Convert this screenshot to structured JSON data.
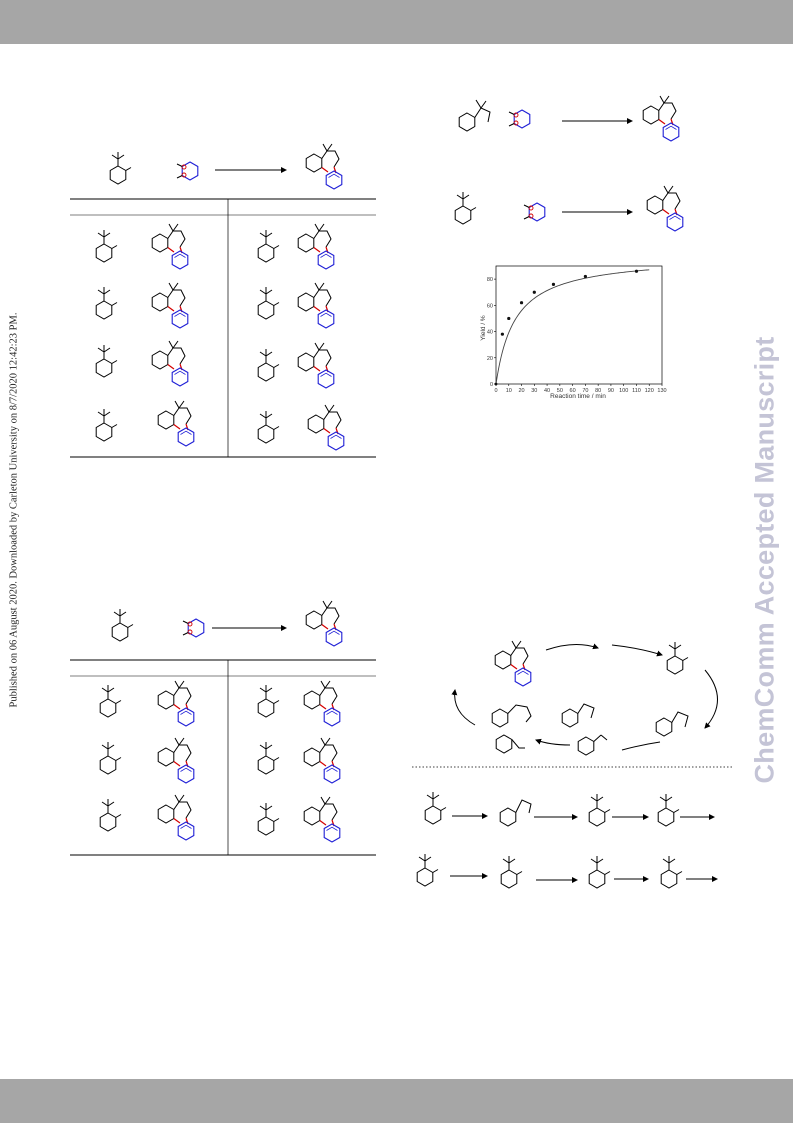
{
  "header": {},
  "side_note": "Published on 06 August 2020. Downloaded by Carleton University on 8/7/2020 12:42:23 PM.",
  "watermark": "ChemComm Accepted Manuscript",
  "chart_data": {
    "type": "scatter",
    "x": [
      5,
      10,
      20,
      30,
      45,
      70,
      110
    ],
    "y": [
      38,
      50,
      62,
      70,
      76,
      82,
      86
    ],
    "xlabel": "Reaction time / min",
    "ylabel": "Yield / %",
    "xlim": [
      0,
      130
    ],
    "ylim": [
      0,
      90
    ],
    "xticks": [
      0,
      10,
      20,
      30,
      40,
      50,
      60,
      70,
      80,
      90,
      100,
      110,
      120,
      130
    ],
    "yticks": [
      0,
      20,
      40,
      60,
      80
    ],
    "fit_curve": true,
    "grid": false
  }
}
